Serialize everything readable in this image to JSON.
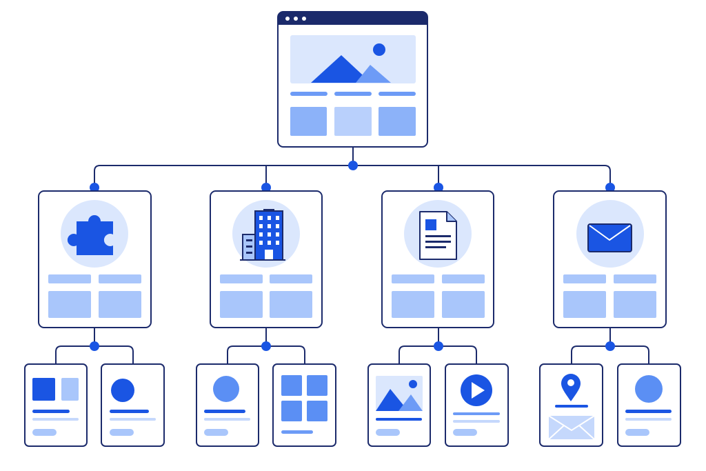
{
  "colors": {
    "outline": "#1b2a6b",
    "accent": "#1a55e3",
    "mid_blue": "#6d9bf6",
    "light_blue": "#a9c6fb",
    "pale_blue": "#dbe7fd",
    "background": "#ffffff"
  },
  "root": {
    "kind": "browser-window",
    "icon": "image-icon"
  },
  "sections": [
    {
      "icon": "puzzle-icon",
      "children": [
        {
          "kind": "two-blocks-card"
        },
        {
          "kind": "profile-card",
          "icon": "avatar-icon"
        }
      ]
    },
    {
      "icon": "building-icon",
      "children": [
        {
          "kind": "profile-card",
          "icon": "avatar-icon"
        },
        {
          "kind": "grid-card",
          "icon": "grid-icon"
        }
      ]
    },
    {
      "icon": "document-icon",
      "children": [
        {
          "kind": "image-card",
          "icon": "image-icon"
        },
        {
          "kind": "video-card",
          "icon": "play-icon"
        }
      ]
    },
    {
      "icon": "envelope-icon",
      "children": [
        {
          "kind": "location-card",
          "icon": "map-pin-icon"
        },
        {
          "kind": "profile-card",
          "icon": "avatar-icon"
        }
      ]
    }
  ]
}
